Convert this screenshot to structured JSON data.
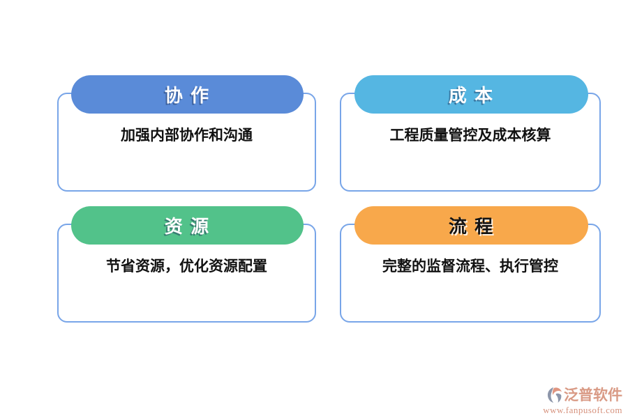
{
  "page": {
    "background_color": "#ffffff",
    "card_border_color": "#78a5e8"
  },
  "cards": [
    {
      "id": "collaboration",
      "header": "协 作",
      "body": "加强内部协作和沟通",
      "pill_color": "#5a8bd8",
      "header_text_color": "#ffffff"
    },
    {
      "id": "cost",
      "header": "成 本",
      "body": "工程质量管控及成本核算",
      "pill_color": "#55b6e2",
      "header_text_color": "#ffffff"
    },
    {
      "id": "resource",
      "header": "资 源",
      "body": "节省资源，优化资源配置",
      "pill_color": "#52c28a",
      "header_text_color": "#ffffff"
    },
    {
      "id": "process",
      "header": "流 程",
      "body": "完整的监督流程、执行管控",
      "pill_color": "#f8a84b",
      "header_text_color": "#141414"
    }
  ],
  "watermark": {
    "brand": "泛普软件",
    "url": "www.fanpusoft.com",
    "brand_color": "#d99a85",
    "logo_slate_color": "#8d96aa",
    "logo_coral_color": "#e09580"
  }
}
